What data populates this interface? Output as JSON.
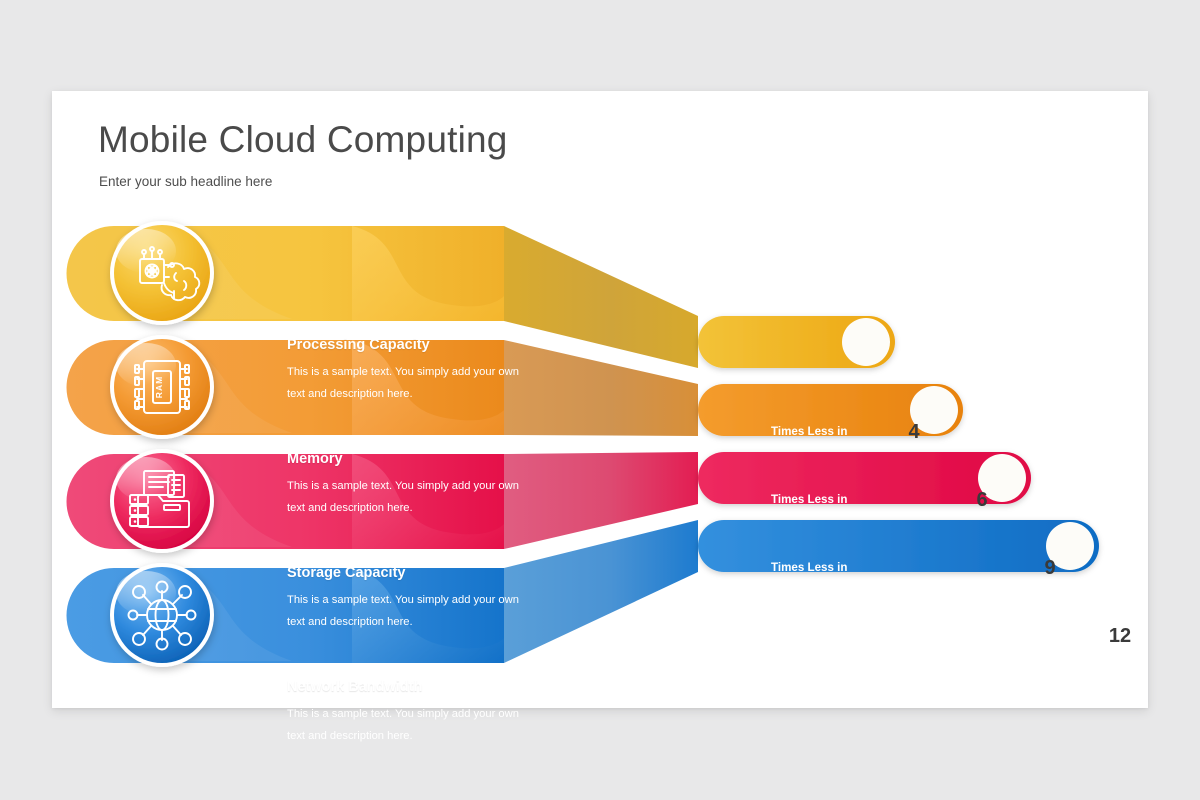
{
  "slide": {
    "title": "Mobile Cloud Computing",
    "subtitle": "Enter your sub headline here",
    "background": "#e8e8e9",
    "card_background": "#ffffff"
  },
  "chart_data": {
    "type": "bar",
    "title": "Mobile Cloud Computing",
    "subtitle": "Enter your sub headline here",
    "categories": [
      "Processing Capacity",
      "Memory",
      "Storage Capacity",
      "Network Bandwidth"
    ],
    "values": [
      4,
      6,
      9,
      12
    ],
    "value_suffix_label": "Times Less in",
    "xlabel": "",
    "ylabel": "",
    "grid": false,
    "legend": false
  },
  "rows": [
    {
      "title": "Processing Capacity",
      "desc_line1": "This is a sample text. You simply add your own",
      "desc_line2": "text and description here.",
      "bar_label": "Times Less in",
      "value": "4",
      "icon": "brain-chip-icon",
      "color_light": "#f7c948",
      "color_mid": "#f0b429",
      "color_dark": "#e8a317",
      "color_bar_a": "#f5c234",
      "color_bar_b": "#eda713"
    },
    {
      "title": "Memory",
      "desc_line1": "This is a sample text. You simply add your own",
      "desc_line2": "text and description here.",
      "bar_label": "Times Less in",
      "value": "6",
      "icon": "ram-chip-icon",
      "color_light": "#f5a martin",
      "color_mid": "#f08c1e",
      "color_dark": "#e07b0f",
      "color_bar_a": "#f59a2b",
      "color_bar_b": "#e8820d"
    },
    {
      "title": "Storage Capacity",
      "desc_line1": "This is a sample text. You simply add your own",
      "desc_line2": "text and description here.",
      "bar_label": "Times Less in",
      "value": "9",
      "icon": "storage-folder-icon",
      "color_light": "#f0356b",
      "color_mid": "#e81c52",
      "color_dark": "#d5003f",
      "color_bar_a": "#ef2a5f",
      "color_bar_b": "#e00845"
    },
    {
      "title": "Network Bandwidth",
      "desc_line1": "This is a sample text. You simply add your own",
      "desc_line2": "text and description here.",
      "bar_label": "Times Less in",
      "value": "12",
      "icon": "globe-network-icon",
      "color_light": "#3a93e0",
      "color_mid": "#1f7fd4",
      "color_dark": "#0d66bd",
      "color_bar_a": "#3390de",
      "color_bar_b": "#0f6cc4"
    }
  ]
}
